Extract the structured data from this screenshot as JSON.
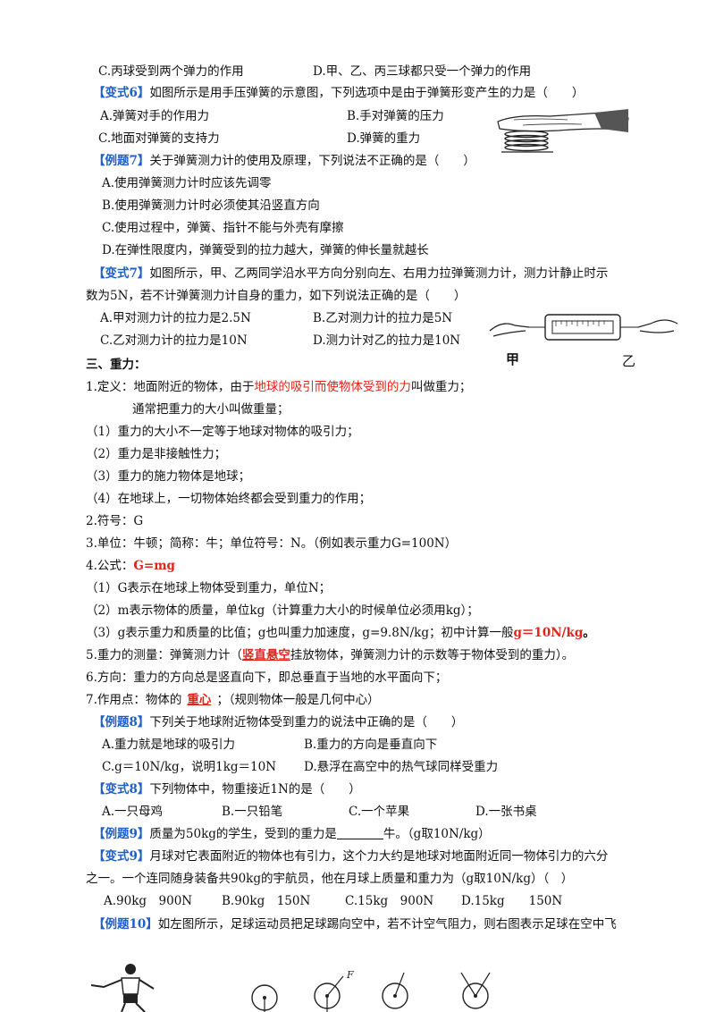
{
  "lines": {
    "l1a": "C.丙球受到两个弹力的作用",
    "l1b": "D.甲、乙、丙三球都只受一个弹力的作用",
    "v6_tag": "【变式6】",
    "v6_q": "如图所示是用手压弹簧的示意图，下列选项中是由于弹簧形变产生的力是（　　）",
    "v6_a": "A.弹簧对手的作用力",
    "v6_b": "B.手对弹簧的压力",
    "v6_c": "C.地面对弹簧的支持力",
    "v6_d": "D.弹簧的重力",
    "e7_tag": "【例题7】",
    "e7_q": "关于弹簧测力计的使用及原理，下列说法不正确的是（　　）",
    "e7_a": "A.使用弹簧测力计时应该先调零",
    "e7_b": "B.使用弹簧测力计时必须使其沿竖直方向",
    "e7_c": "C.使用过程中，弹簧、指针不能与外壳有摩擦",
    "e7_d": "D.在弹性限度内，弹簧受到的拉力越大，弹簧的伸长量就越长",
    "v7_tag": "【变式7】",
    "v7_q1": "如图所示，甲、乙两同学沿水平方向分别向左、右用力拉弹簧测力计，测力计静止时示",
    "v7_q2": "数为5N，若不计弹簧测力计自身的重力，如下列说法正确的是（　　）",
    "v7_a": "A.甲对测力计的拉力是2.5N",
    "v7_b": "B.乙对测力计的拉力是5N",
    "v7_c": "C.乙对测力计的拉力是10N",
    "v7_d": "D.测力计对乙的拉力是10N",
    "fig_jia": "甲",
    "fig_yi": "乙",
    "sec3": "三、重力：",
    "d1_pre": "1.定义：地面附近的物体，由于",
    "d1_red": "地球的吸引而使物体受到的力",
    "d1_post": "叫做重力；",
    "d1_2": "通常把重力的大小叫做重量；",
    "p1": "（1）重力的大小不一定等于地球对物体的吸引力；",
    "p2": "（2）重力是非接触性力；",
    "p3": "（3）重力的施力物体是地球；",
    "p4": "（4）在地球上，一切物体始终都会受到重力的作用；",
    "d2": "2.符号：G",
    "d3": "3.单位：牛顿；简称：牛；单位符号：N。（例如表示重力G=100N）",
    "d4_pre": "4.公式：",
    "d4_red": "G=mg",
    "f1": "（1）G表示在地球上物体受到重力，单位N；",
    "f2": "（2）m表示物体的质量，单位kg（计算重力大小的时候单位必须用kg）；",
    "f3_pre": "（3）g表示重力和质量的比值；g也叫重力加速度，g=9.8N/kg；初中计算一般",
    "f3_red": "g＝10N/kg",
    "f3_post": "。",
    "d5_pre": "5.重力的测量：弹簧测力计（",
    "d5_red": "竖直悬空",
    "d5_post": "挂放物体，弹簧测力计的示数等于物体受到的重力）。",
    "d6": "6.方向：重力的方向总是竖直向下，即总垂直于当地的水平面向下；",
    "d7_pre": "7.作用点：物体的",
    "d7_red": "重心",
    "d7_post": "；（规则物体一般是几何中心）",
    "e8_tag": "【例题8】",
    "e8_q": "下列关于地球附近物体受到重力的说法中正确的是（　　）",
    "e8_a": "A.重力就是地球的吸引力",
    "e8_b": "B.重力的方向是垂直向下",
    "e8_c": "C.g＝10N/kg，说明1kg＝10N",
    "e8_d": "D.悬浮在高空中的热气球同样受重力",
    "v8_tag": "【变式8】",
    "v8_q": "下列物体中，物重接近1N的是（　　）",
    "v8_a": "A.一只母鸡",
    "v8_b": "B.一只铅笔",
    "v8_c": "C.一个苹果",
    "v8_d": "D.一张书桌",
    "e9_tag": "【例题9】",
    "e9_pre": "质量为50kg的学生，受到的重力是",
    "e9_post": "牛。（g取10N/kg）",
    "v9_tag": "【变式9】",
    "v9_q1": "月球对它表面附近的物体也有引力，这个力大约是地球对地面附近同一物体引力的六分",
    "v9_q2": "之一。一个连同随身装备共90kg的宇航员，他在月球上质量和重力为（g取10N/kg）（　）",
    "v9_a": "A.90kg　900N",
    "v9_b": "B.90kg　150N",
    "v9_c": "C.15kg　900N",
    "v9_d": "D.15kg　　150N",
    "e10_tag": "【例题10】",
    "e10_q": "如左图所示，足球运动员把足球踢向空中，若不计空气阻力，则右图表示足球在空中飞",
    "fig_F": "F"
  },
  "colors": {
    "tag": "#1f5fc9",
    "highlight": "#e2231a"
  }
}
